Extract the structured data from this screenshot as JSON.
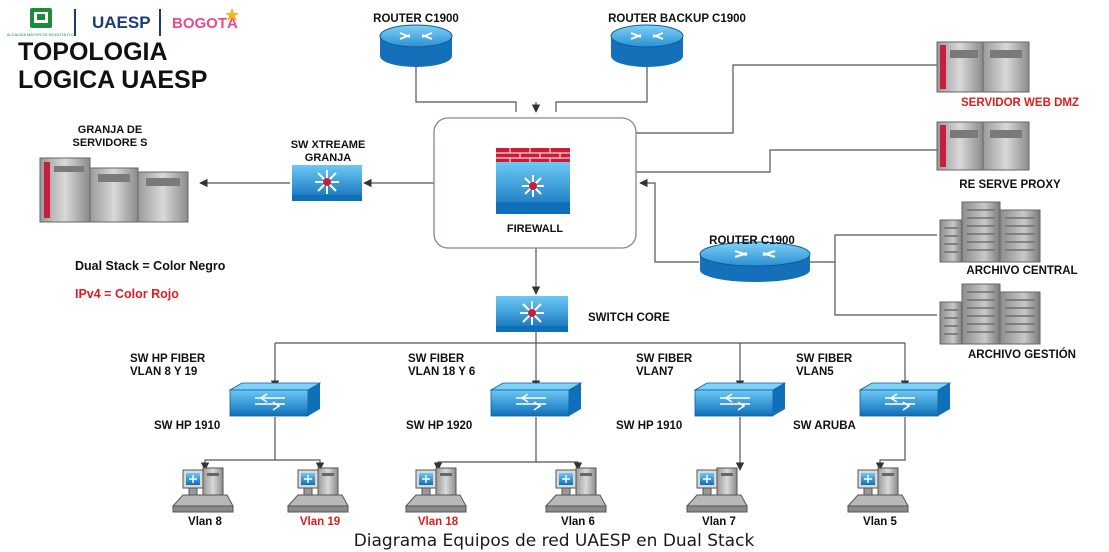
{
  "header": {
    "logo_bogota_seal": "ALCALDÍA MAYOR DE BOGOTÁ D.C.",
    "logo_uaesp": "UAESP",
    "logo_bogota": "BOGOTÁ",
    "title_line1": "TOPOLOGIA",
    "title_line2": "LOGICA UAESP"
  },
  "legend": {
    "dual_stack": "Dual Stack = Color Negro",
    "ipv4": "IPv4 = Color Rojo"
  },
  "labels": {
    "router_c1900_top": "ROUTER C1900",
    "router_backup": "ROUTER BACKUP C1900",
    "servidor_web_dmz": "SERVIDOR WEB DMZ",
    "reserve_proxy": "RE SERVE PROXY",
    "granja_servidores_1": "GRANJA DE",
    "granja_servidores_2": "SERVIDORE S",
    "sw_xtreame_1": "SW XTREAME",
    "sw_xtreame_2": "GRANJA",
    "firewall": "FIREWALL",
    "router_c1900_mid": "ROUTER C1900",
    "archivo_central": "ARCHIVO CENTRAL",
    "archivo_gestion": "ARCHIVO GESTIÓN",
    "switch_core": "SWITCH CORE"
  },
  "branches": [
    {
      "fiber1": "SW HP FIBER",
      "fiber2": "VLAN 8 Y 19",
      "model": "SW HP 1910"
    },
    {
      "fiber1": "SW FIBER",
      "fiber2": "VLAN 18 Y 6",
      "model": "SW HP 1920"
    },
    {
      "fiber1": "SW FIBER",
      "fiber2": "VLAN7",
      "model": "SW HP 1910"
    },
    {
      "fiber1": "SW FIBER",
      "fiber2": "VLAN5",
      "model": "SW ARUBA"
    }
  ],
  "vlans": [
    {
      "label": "Vlan 8",
      "color": "#111111"
    },
    {
      "label": "Vlan 19",
      "color": "#d81e1e"
    },
    {
      "label": "Vlan 18",
      "color": "#d81e1e"
    },
    {
      "label": "Vlan 6",
      "color": "#111111"
    },
    {
      "label": "Vlan 7",
      "color": "#111111"
    },
    {
      "label": "Vlan 5",
      "color": "#111111"
    }
  ],
  "caption": "Diagrama Equipos de red UAESP en Dual Stack",
  "colors": {
    "dual_stack": "#111111",
    "ipv4": "#d81e1e",
    "title": "#111111",
    "device_blue": "#1e90d8",
    "line": "#555555"
  }
}
